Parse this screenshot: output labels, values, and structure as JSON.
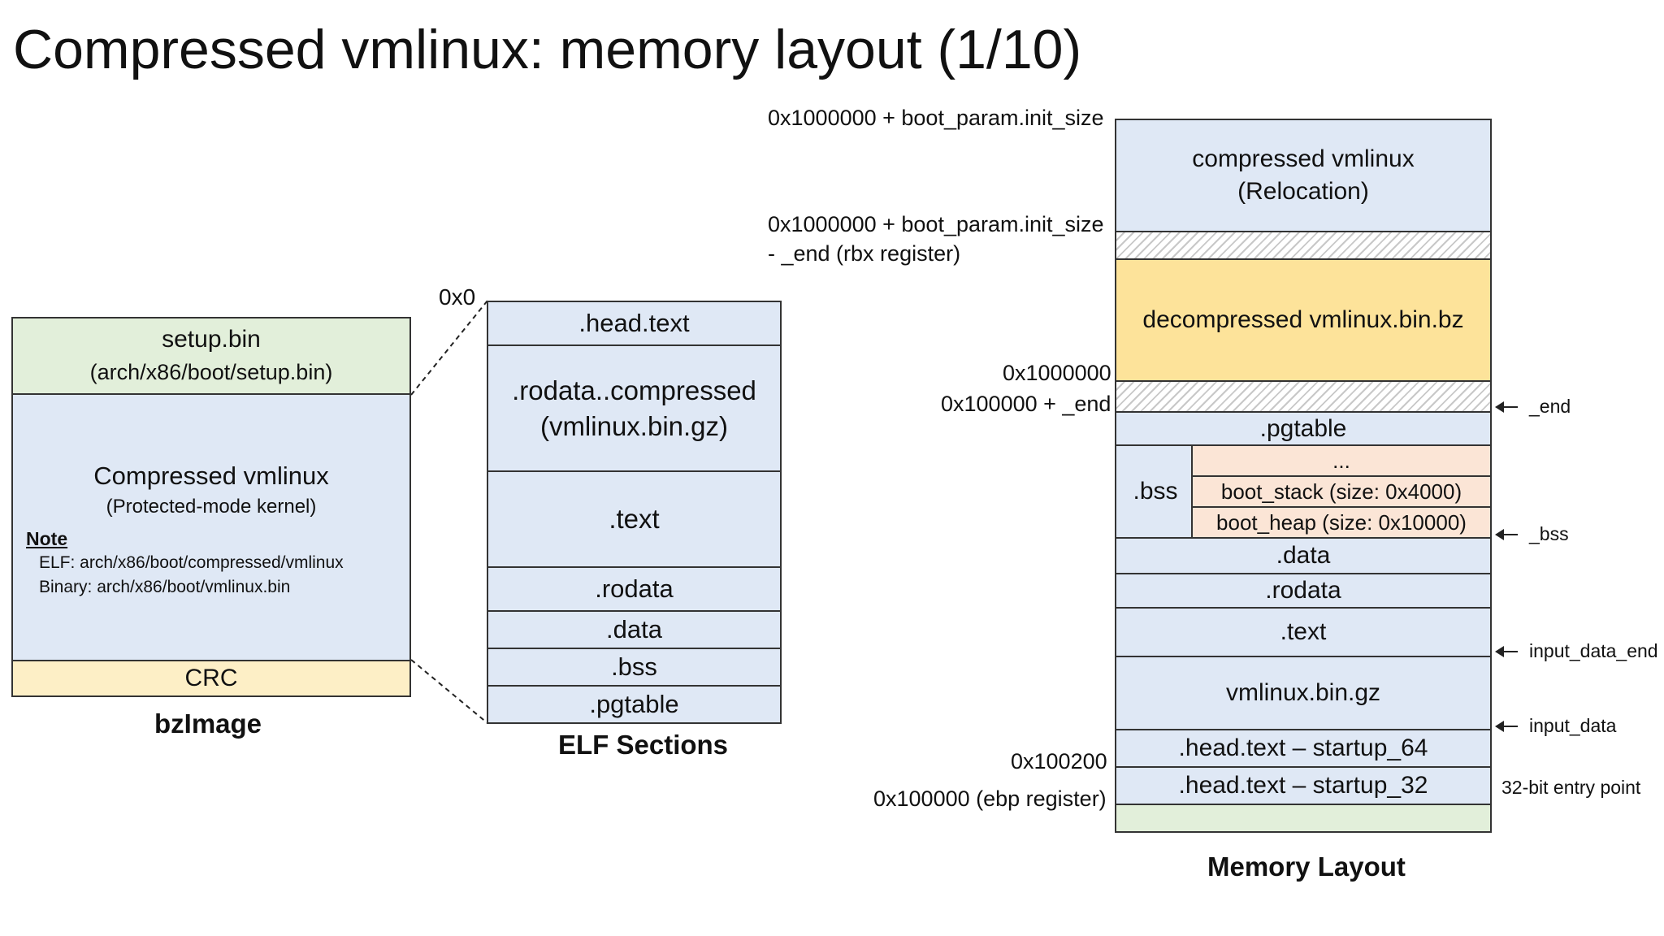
{
  "title": "Compressed vmlinux: memory layout (1/10)",
  "bzimage": {
    "caption": "bzImage",
    "setup_line1": "setup.bin",
    "setup_line2": "(arch/x86/boot/setup.bin)",
    "compressed_line1": "Compressed vmlinux",
    "compressed_line2": "(Protected-mode kernel)",
    "note_heading": "Note",
    "note_elf": "ELF: arch/x86/boot/compressed/vmlinux",
    "note_binary": "Binary: arch/x86/boot/vmlinux.bin",
    "crc": "CRC"
  },
  "elf": {
    "caption": "ELF Sections",
    "origin_label": "0x0",
    "sections": {
      "head_text": ".head.text",
      "rodata_compressed_line1": ".rodata..compressed",
      "rodata_compressed_line2": "(vmlinux.bin.gz)",
      "text": ".text",
      "rodata": ".rodata",
      "data": ".data",
      "bss": ".bss",
      "pgtable": ".pgtable"
    }
  },
  "memory": {
    "caption": "Memory Layout",
    "blocks": {
      "compressed_line1": "compressed vmlinux",
      "compressed_line2": "(Relocation)",
      "decompressed": "decompressed vmlinux.bin.bz",
      "pgtable": ".pgtable",
      "bss": ".bss",
      "bss_ellipsis": "...",
      "boot_stack": "boot_stack (size: 0x4000)",
      "boot_heap": "boot_heap (size: 0x10000)",
      "data": ".data",
      "rodata": ".rodata",
      "text": ".text",
      "vmlinux_gz": "vmlinux.bin.gz",
      "startup_64": ".head.text – startup_64",
      "startup_32": ".head.text – startup_32"
    },
    "address_labels": {
      "init_size": "0x1000000 + boot_param.init_size",
      "init_size_minus_line1": "0x1000000 + boot_param.init_size",
      "init_size_minus_line2": "- _end (rbx register)",
      "x1000000": "0x1000000",
      "x100000_end": "0x100000 + _end",
      "x100200": "0x100200",
      "x100000_ebp": "0x100000 (ebp register)"
    },
    "symbol_labels": {
      "end": "_end",
      "bss": "_bss",
      "input_data_end": "input_data_end",
      "input_data": "input_data",
      "entry_32": "32-bit entry point"
    }
  },
  "colors": {
    "blue": "#dfe8f5",
    "green": "#e2efda",
    "yellow": "#fdefc6",
    "gold": "#fde39a",
    "peach": "#fbe5d6"
  }
}
